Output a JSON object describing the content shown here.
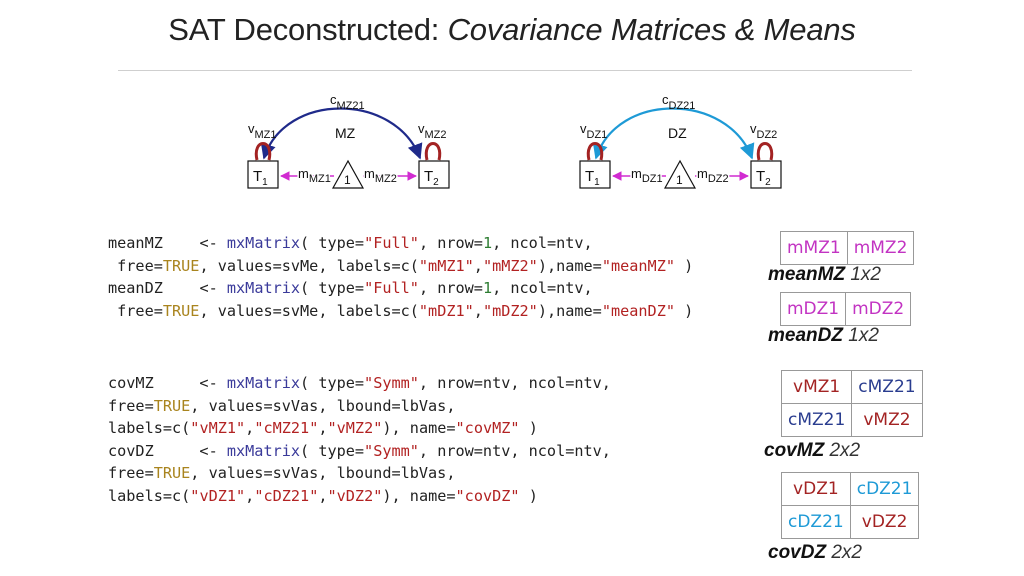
{
  "title": {
    "main": "SAT Deconstructed:",
    "italic": "Covariance Matrices & Means"
  },
  "diagram_mz": {
    "group": "MZ",
    "cov": {
      "base": "c",
      "sub": "MZ21"
    },
    "v1": {
      "base": "v",
      "sub": "MZ1"
    },
    "v2": {
      "base": "v",
      "sub": "MZ2"
    },
    "t1": {
      "base": "T",
      "sub": "1"
    },
    "t2": {
      "base": "T",
      "sub": "2"
    },
    "m1": {
      "base": "m",
      "sub": "MZ1"
    },
    "m2": {
      "base": "m",
      "sub": "MZ2"
    },
    "one": "1",
    "arc_color": "#1f2a8a"
  },
  "diagram_dz": {
    "group": "DZ",
    "cov": {
      "base": "c",
      "sub": "DZ21"
    },
    "v1": {
      "base": "v",
      "sub": "DZ1"
    },
    "v2": {
      "base": "v",
      "sub": "DZ2"
    },
    "t1": {
      "base": "T",
      "sub": "1"
    },
    "t2": {
      "base": "T",
      "sub": "2"
    },
    "m1": {
      "base": "m",
      "sub": "DZ1"
    },
    "m2": {
      "base": "m",
      "sub": "DZ2"
    },
    "one": "1",
    "arc_color": "#1e9ad6"
  },
  "code": {
    "meanMZ": {
      "name": "meanMZ",
      "assign": "    <- ",
      "fn": "mxMatrix",
      "a1": "( type=",
      "type": "\"Full\"",
      "a2": ", nrow=",
      "nrow": "1",
      "a3": ", ncol=ntv,",
      "l2a": " free=",
      "free": "TRUE",
      "l2b": ", values=svMe, labels=c(",
      "lab1": "\"mMZ1\"",
      "comma": ",",
      "lab2": "\"mMZ2\"",
      "l2c": "),name=",
      "nm": "\"meanMZ\"",
      "l2d": " )"
    },
    "meanDZ": {
      "name": "meanDZ",
      "assign": "    <- ",
      "fn": "mxMatrix",
      "a1": "( type=",
      "type": "\"Full\"",
      "a2": ", nrow=",
      "nrow": "1",
      "a3": ", ncol=ntv,",
      "l2a": " free=",
      "free": "TRUE",
      "l2b": ", values=svMe, labels=c(",
      "lab1": "\"mDZ1\"",
      "comma": ",",
      "lab2": "\"mDZ2\"",
      "l2c": "),name=",
      "nm": "\"meanDZ\"",
      "l2d": " )"
    },
    "covMZ": {
      "name": "covMZ",
      "assign": "     <- ",
      "fn": "mxMatrix",
      "a1": "( type=",
      "type": "\"Symm\"",
      "a2": ", nrow=ntv, ncol=ntv,",
      "l2a": "free=",
      "free": "TRUE",
      "l2b": ", values=svVas, lbound=lbVas,",
      "l3a": "labels=c(",
      "lab1": "\"vMZ1\"",
      "c1": ",",
      "lab2": "\"cMZ21\"",
      "c2": ",",
      "lab3": "\"vMZ2\"",
      "l3b": "), name=",
      "nm": "\"covMZ\"",
      "l3c": " )"
    },
    "covDZ": {
      "name": "covDZ",
      "assign": "     <- ",
      "fn": "mxMatrix",
      "a1": "( type=",
      "type": "\"Symm\"",
      "a2": ", nrow=ntv, ncol=ntv,",
      "l2a": "free=",
      "free": "TRUE",
      "l2b": ", values=svVas, lbound=lbVas,",
      "l3a": "labels=c(",
      "lab1": "\"vDZ1\"",
      "c1": ",",
      "lab2": "\"cDZ21\"",
      "c2": ",",
      "lab3": "\"vDZ2\"",
      "l3b": "), name=",
      "nm": "\"covDZ\"",
      "l3c": " )"
    }
  },
  "matrices": {
    "meanMZ": {
      "cells": [
        "mMZ1",
        "mMZ2"
      ],
      "name": "meanMZ",
      "dim": "1x2"
    },
    "meanDZ": {
      "cells": [
        "mDZ1",
        "mDZ2"
      ],
      "name": "meanDZ",
      "dim": "1x2"
    },
    "covMZ": {
      "cells": [
        "vMZ1",
        "cMZ21",
        "cMZ21",
        "vMZ2"
      ],
      "name": "covMZ",
      "dim": "2x2"
    },
    "covDZ": {
      "cells": [
        "vDZ1",
        "cDZ21",
        "cDZ21",
        "vDZ2"
      ],
      "name": "covDZ",
      "dim": "2x2"
    }
  },
  "colors": {
    "magenta": "#c233c2",
    "dark_red": "#a32323",
    "navy": "#2a3d8f",
    "sky": "#1e9ad6"
  }
}
